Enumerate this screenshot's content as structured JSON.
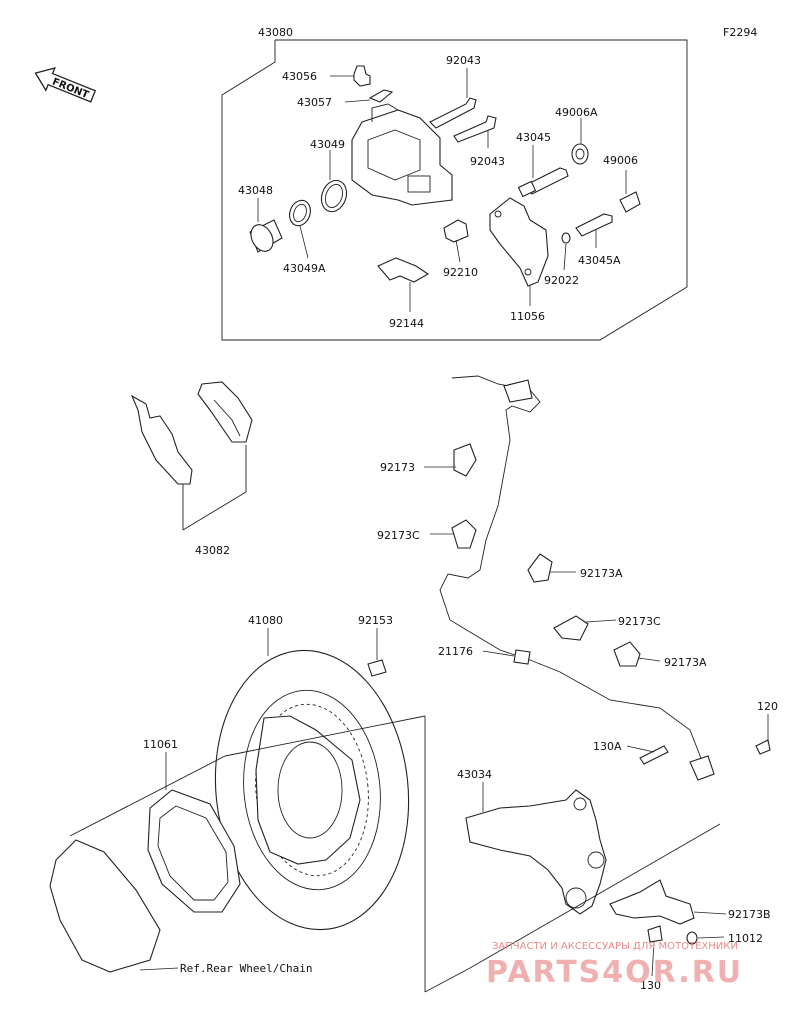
{
  "figure_code": "F2294",
  "front_label": "FRONT",
  "parts": {
    "p43080": "43080",
    "p43056": "43056",
    "p43057": "43057",
    "p92043a": "92043",
    "p92043b": "92043",
    "p43049": "43049",
    "p43045": "43045",
    "p49006A": "49006A",
    "p49006": "49006",
    "p43048": "43048",
    "p43049A": "43049A",
    "p92210": "92210",
    "p92022": "92022",
    "p43045A": "43045A",
    "p11056": "11056",
    "p92144": "92144",
    "p43082": "43082",
    "p92173": "92173",
    "p92173C_a": "92173C",
    "p92173A_a": "92173A",
    "p92173C_b": "92173C",
    "p92173A_b": "92173A",
    "p21176": "21176",
    "p41080": "41080",
    "p92153": "92153",
    "p11061": "11061",
    "p120": "120",
    "p130A": "130A",
    "p43034": "43034",
    "p92173B": "92173B",
    "p11012": "11012",
    "p130": "130"
  },
  "ref_note": "Ref.Rear Wheel/Chain",
  "watermark": {
    "tagline": "ЗАПЧАСТИ И АКСЕССУАРЫ ДЛЯ МОТОТЕХНИКИ",
    "brand": "PARTS4OR.RU"
  }
}
